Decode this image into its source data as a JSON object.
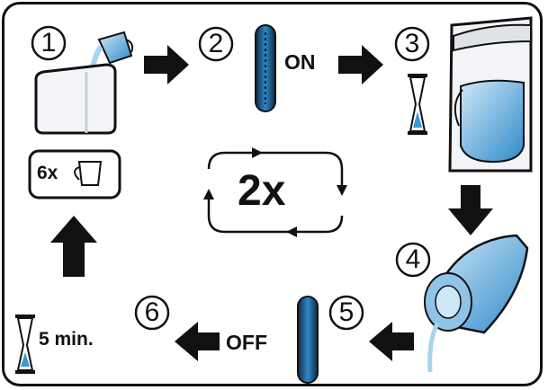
{
  "colors": {
    "water": "#3b97d3",
    "water_light": "#a9d4ef",
    "outline": "#111111",
    "appliance": "#f2f4f7"
  },
  "steps": [
    {
      "number": "1"
    },
    {
      "number": "2",
      "label": "ON"
    },
    {
      "number": "3"
    },
    {
      "number": "4"
    },
    {
      "number": "5"
    },
    {
      "number": "6",
      "label": "OFF"
    }
  ],
  "cups_label": "6x",
  "repeat_label": "2x",
  "wait_label": "5 min.",
  "icons": [
    "pitcher-icon",
    "water-tank-icon",
    "cup-icon",
    "power-switch-icon",
    "hourglass-icon",
    "coffee-machine-icon",
    "carafe-icon",
    "repeat-arrows-icon"
  ]
}
